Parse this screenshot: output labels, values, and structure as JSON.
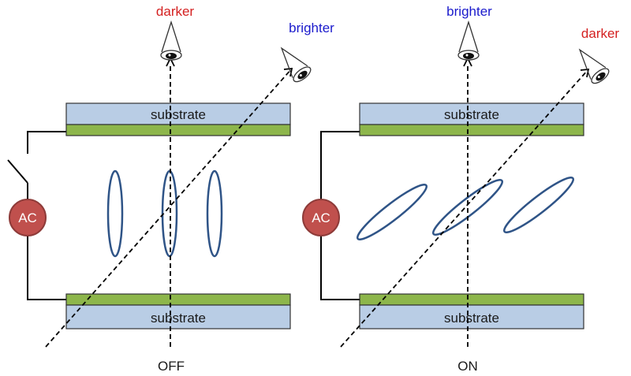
{
  "panels": [
    {
      "state_label": "OFF",
      "substrate_top": "substrate",
      "substrate_bottom": "substrate",
      "source_label": "AC",
      "view_normal": {
        "text": "darker",
        "color": "#d42020"
      },
      "view_oblique": {
        "text": "brighter",
        "color": "#1a1acc"
      }
    },
    {
      "state_label": "ON",
      "substrate_top": "substrate",
      "substrate_bottom": "substrate",
      "source_label": "AC",
      "view_normal": {
        "text": "brighter",
        "color": "#1a1acc"
      },
      "view_oblique": {
        "text": "darker",
        "color": "#d42020"
      }
    }
  ],
  "colors": {
    "substrate": "#b9cde5",
    "electrode": "#8db64b",
    "molecule": "#2f5487",
    "ac_source": "#c0504d"
  }
}
